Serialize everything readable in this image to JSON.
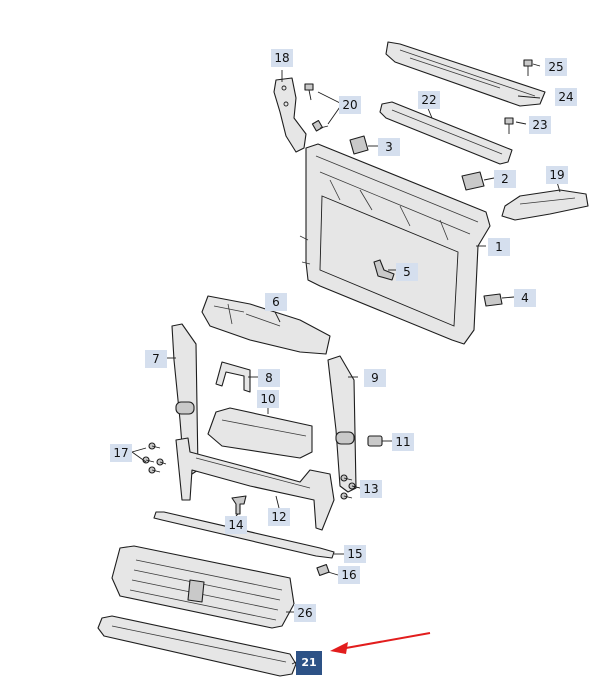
{
  "colors": {
    "label_bg": "#d5dfee",
    "highlight_label_bg": "#2d5286",
    "arrow": "#e21d1d",
    "part_fill": "#e6e6e6"
  },
  "labels": {
    "p1": "1",
    "p2": "2",
    "p3": "3",
    "p4": "4",
    "p5": "5",
    "p6": "6",
    "p7": "7",
    "p8": "8",
    "p9": "9",
    "p10": "10",
    "p11": "11",
    "p12": "12",
    "p13": "13",
    "p14": "14",
    "p15": "15",
    "p16": "16",
    "p17": "17",
    "p18": "18",
    "p19": "19",
    "p20": "20",
    "p21": "21",
    "p22": "22",
    "p23": "23",
    "p24": "24",
    "p25": "25",
    "p26": "26"
  },
  "highlighted_part": "21",
  "pointer_icon": "red-arrow"
}
